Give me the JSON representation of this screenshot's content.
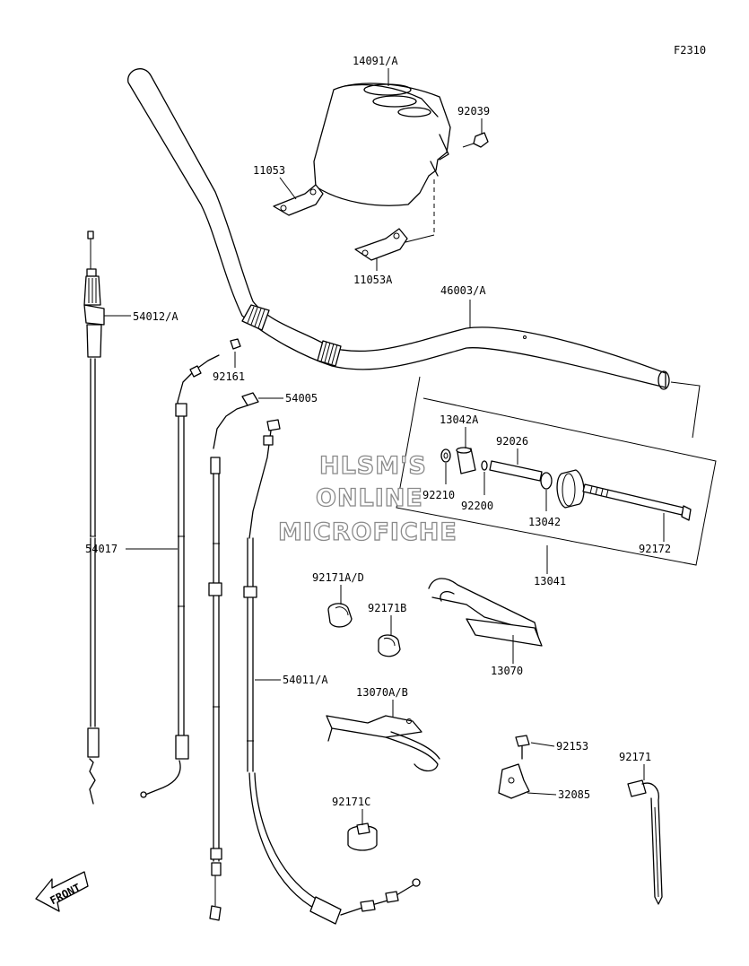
{
  "figure_code": "F2310",
  "watermark": {
    "line1": "HLSM'S",
    "line2": "ONLINE",
    "line3": "MICROFICHE"
  },
  "front_badge": "FRONT",
  "callouts": {
    "c14091A": "14091/A",
    "c92039": "92039",
    "c11053": "11053",
    "c11053A": "11053A",
    "c46003A": "46003/A",
    "c54012A": "54012/A",
    "c92161": "92161",
    "c54005": "54005",
    "c13042A": "13042A",
    "c92026": "92026",
    "c92210": "92210",
    "c92200": "92200",
    "c13042": "13042",
    "c92172": "92172",
    "c13041": "13041",
    "c54017": "54017",
    "c92171AD": "92171A/D",
    "c92171B": "92171B",
    "c13070": "13070",
    "c54011A": "54011/A",
    "c13070AB": "13070A/B",
    "c92153": "92153",
    "c92171": "92171",
    "c32085": "32085",
    "c92171C": "92171C"
  }
}
